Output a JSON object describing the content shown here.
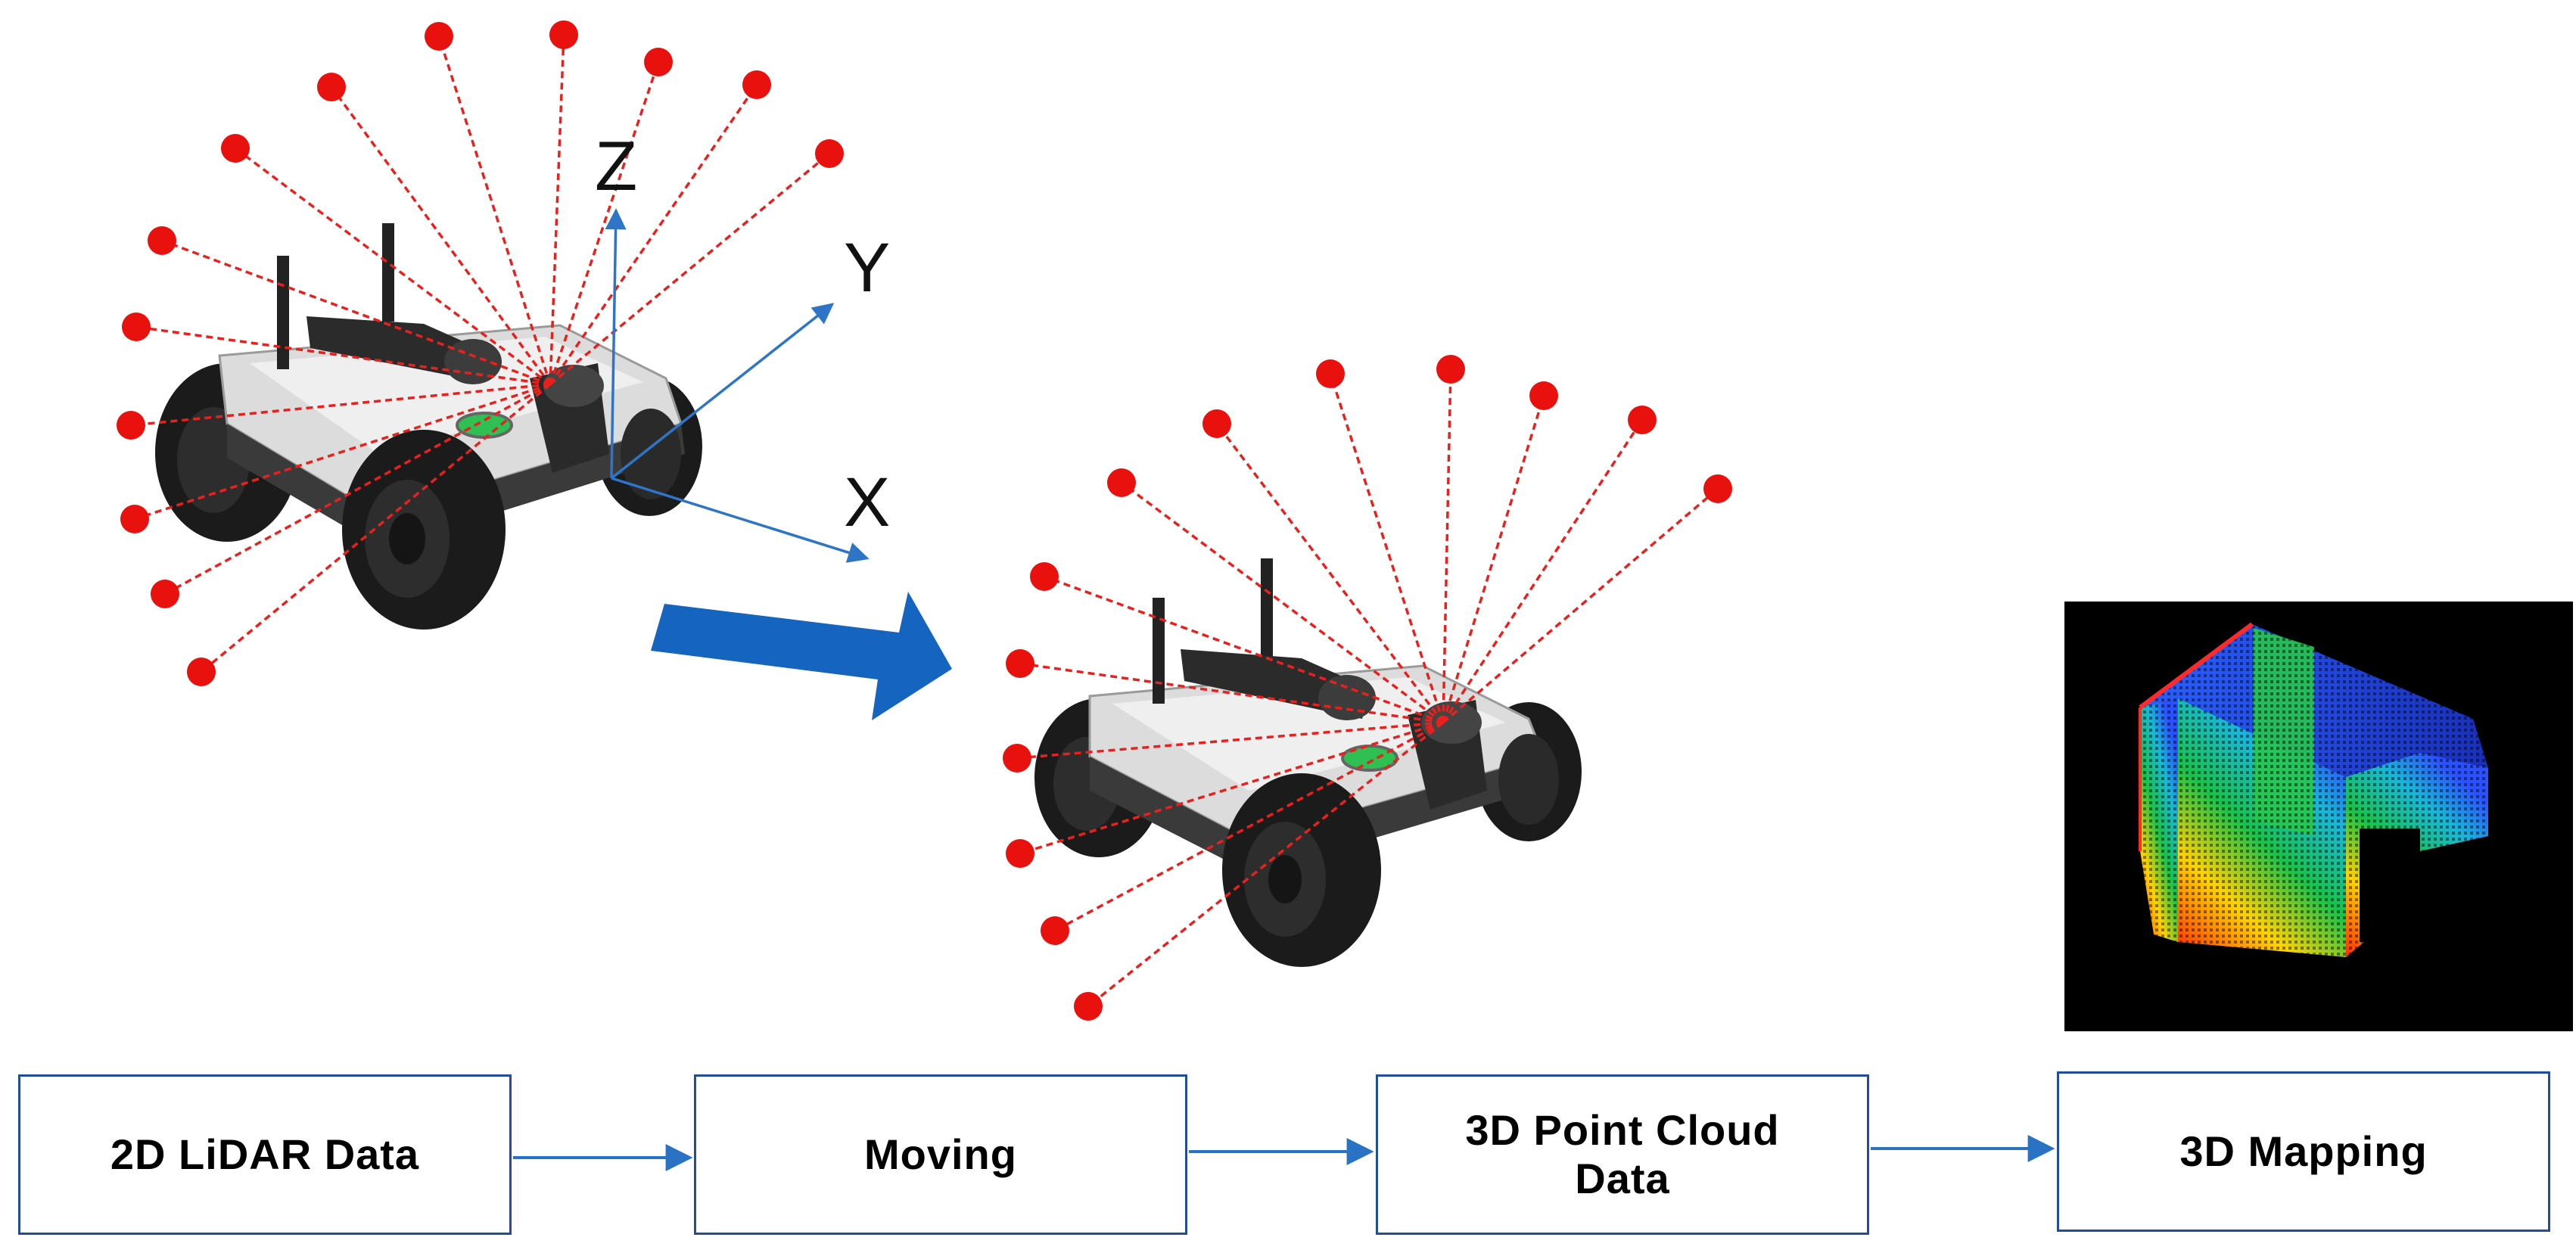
{
  "diagram": {
    "axes": {
      "z_label": "Z",
      "y_label": "Y",
      "x_label": "X"
    },
    "flow": [
      {
        "label": "2D LiDAR Data"
      },
      {
        "label": "Moving"
      },
      {
        "label": "3D Point Cloud Data"
      },
      {
        "label": "3D Mapping"
      }
    ]
  },
  "colors": {
    "lidar_ray": "#E8211E",
    "lidar_point": "#E8110D",
    "axis": "#2E75C8",
    "move_arrow": "#1565C0",
    "flow_box_border": "#1F4E9C",
    "flow_arrow": "#2A72C4",
    "robot_body": "#DCDCDC",
    "robot_tire": "#1B1B1B",
    "map_background": "#000000"
  },
  "icons": {
    "robot": "ugv-robot-icon",
    "move": "block-arrow-icon",
    "map": "point-cloud-map-icon"
  }
}
